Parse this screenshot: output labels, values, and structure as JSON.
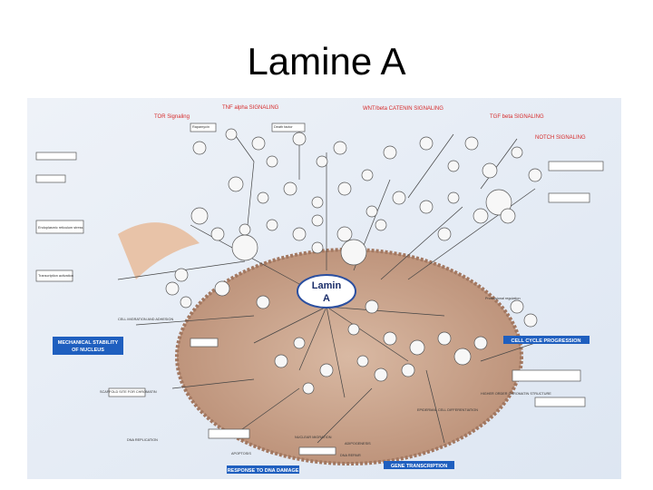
{
  "title": "Lamine A",
  "diagram": {
    "center_label_line1": "Lamin",
    "center_label_line2": "A",
    "pathway_labels": [
      {
        "key": "tor",
        "text": "TOR Signaling"
      },
      {
        "key": "tnf",
        "text": "TNF alpha SIGNALING"
      },
      {
        "key": "wnt",
        "text": "WNT/beta CATENIN SIGNALING"
      },
      {
        "key": "tgf",
        "text": "TGF beta SIGNALING"
      },
      {
        "key": "notch",
        "text": "NOTCH SIGNALING"
      }
    ],
    "boxed_labels": {
      "mechanical_line1": "MECHANICAL STABILITY",
      "mechanical_line2": "OF NUCLEUS",
      "cell_cycle": "CELL CYCLE PROGRESSION",
      "dna_damage": "RESPONSE TO DNA DAMAGE",
      "gene_transcription": "GENE TRANSCRIPTION"
    },
    "annotations": [
      {
        "key": "a1",
        "text": "Endoplasmic reticulum stress"
      },
      {
        "key": "a2",
        "text": "Transcription activation"
      },
      {
        "key": "a3",
        "text": "CELL MIGRATION AND ADHESION"
      },
      {
        "key": "a4",
        "text": "SCAFFOLD SITE FOR CHROMATIN"
      },
      {
        "key": "a5",
        "text": "Professional regulation"
      },
      {
        "key": "a6",
        "text": "HIGHER ORDER CHROMATIN STRUCTURE"
      },
      {
        "key": "a7",
        "text": "DNA REPLICATION"
      },
      {
        "key": "a8",
        "text": "APOPTOSIS"
      },
      {
        "key": "a9",
        "text": "NUCLEAR MIGRATION"
      },
      {
        "key": "a10",
        "text": "ADIPOGENESIS"
      },
      {
        "key": "a11",
        "text": "EPIDERMAL CELL DIFFERENTIATION"
      },
      {
        "key": "a12",
        "text": "DNA REPAIR"
      },
      {
        "key": "a13",
        "text": "Rapamycin"
      },
      {
        "key": "a14",
        "text": "Death factor"
      }
    ]
  }
}
